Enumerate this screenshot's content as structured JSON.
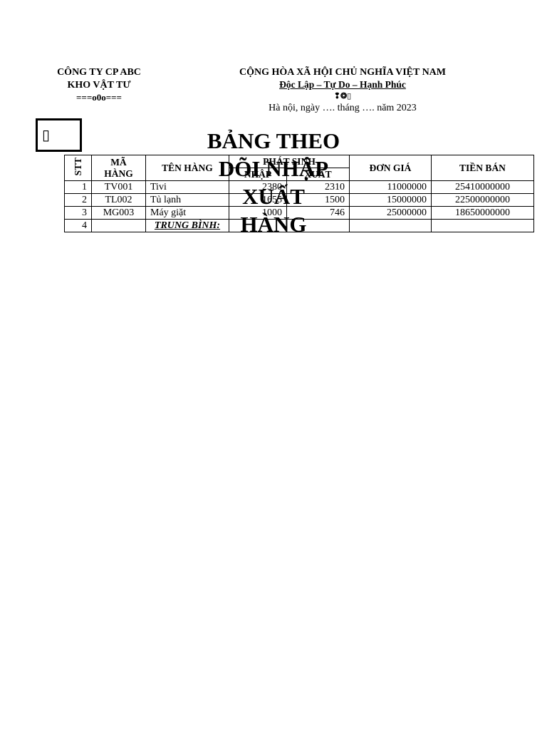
{
  "header_left": {
    "company": "CÔNG TY CP ABC",
    "unit": "KHO VẬT TƯ",
    "divider": "===o0o==="
  },
  "header_right": {
    "nation": "CỘNG HÒA XÃ HỘI CHỦ NGHĨA VIỆT NAM",
    "motto": "Độc Lập – Tự Do – Hạnh Phúc",
    "ornament": "❢❂▯",
    "date_line": "Hà nội, ngày …. tháng …. năm 2023"
  },
  "stamp_glyph": "▯",
  "title": "BẢNG THEO DÕI NHẬP XUẤT HÀNG",
  "table": {
    "headers": {
      "stt": "STT",
      "ma_hang": "MÃ HÀNG",
      "ten_hang": "TÊN HÀNG",
      "phat_sinh": "PHÁT SINH",
      "nhap": "NHẬP",
      "xuat": "XUẤT",
      "don_gia": "ĐƠN GIÁ",
      "tien_ban": "TIỀN BÁN"
    },
    "rows": [
      {
        "stt": "1",
        "ma": "TV001",
        "ten": "Tivi",
        "nhap": "2380",
        "xuat": "2310",
        "don_gia": "11000000",
        "tien_ban": "25410000000"
      },
      {
        "stt": "2",
        "ma": "TL002",
        "ten": "Tủ lạnh",
        "nhap": "1655",
        "xuat": "1500",
        "don_gia": "15000000",
        "tien_ban": "22500000000"
      },
      {
        "stt": "3",
        "ma": "MG003",
        "ten": "Máy giặt",
        "nhap": "1000",
        "xuat": "746",
        "don_gia": "25000000",
        "tien_ban": "18650000000"
      },
      {
        "stt": "4",
        "ma": "",
        "ten": "TRUNG BÌNH:",
        "nhap": "",
        "xuat": "",
        "don_gia": "",
        "tien_ban": ""
      }
    ]
  }
}
